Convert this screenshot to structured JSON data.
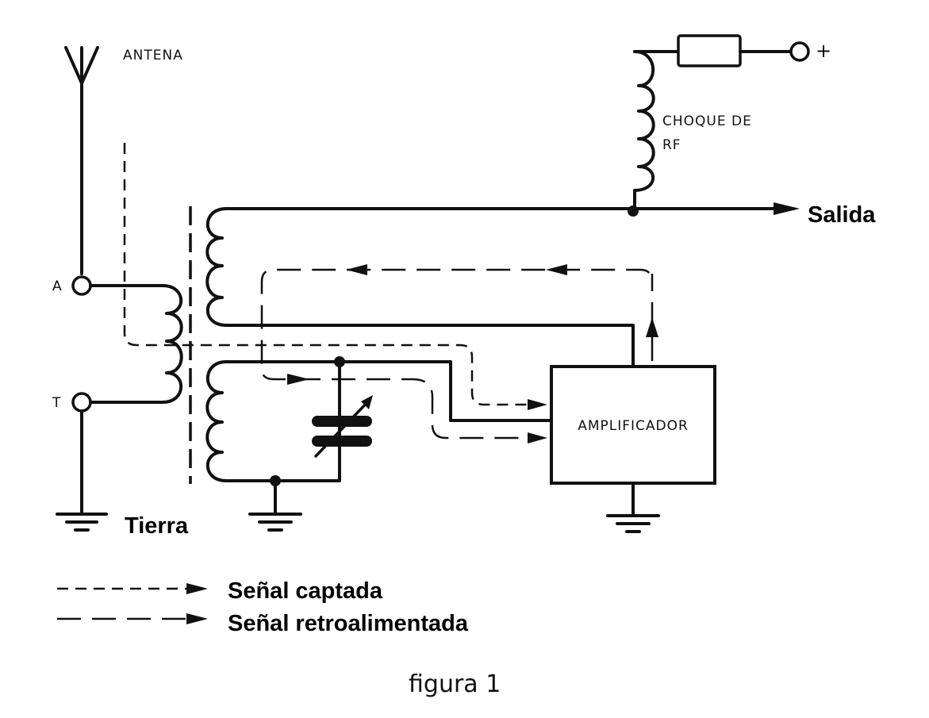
{
  "labels": {
    "antenna": "ANTENA",
    "terminal_a": "A",
    "terminal_t": "T",
    "choke_line1": "CHOQUE DE",
    "choke_line2": "RF",
    "plus": "+",
    "output": "Salida",
    "amplifier": "AMPLIFICADOR",
    "ground": "Tierra"
  },
  "legend": {
    "captured_signal": "Señal captada",
    "feedback_signal": "Señal retroalimentada"
  },
  "caption": "figura 1"
}
